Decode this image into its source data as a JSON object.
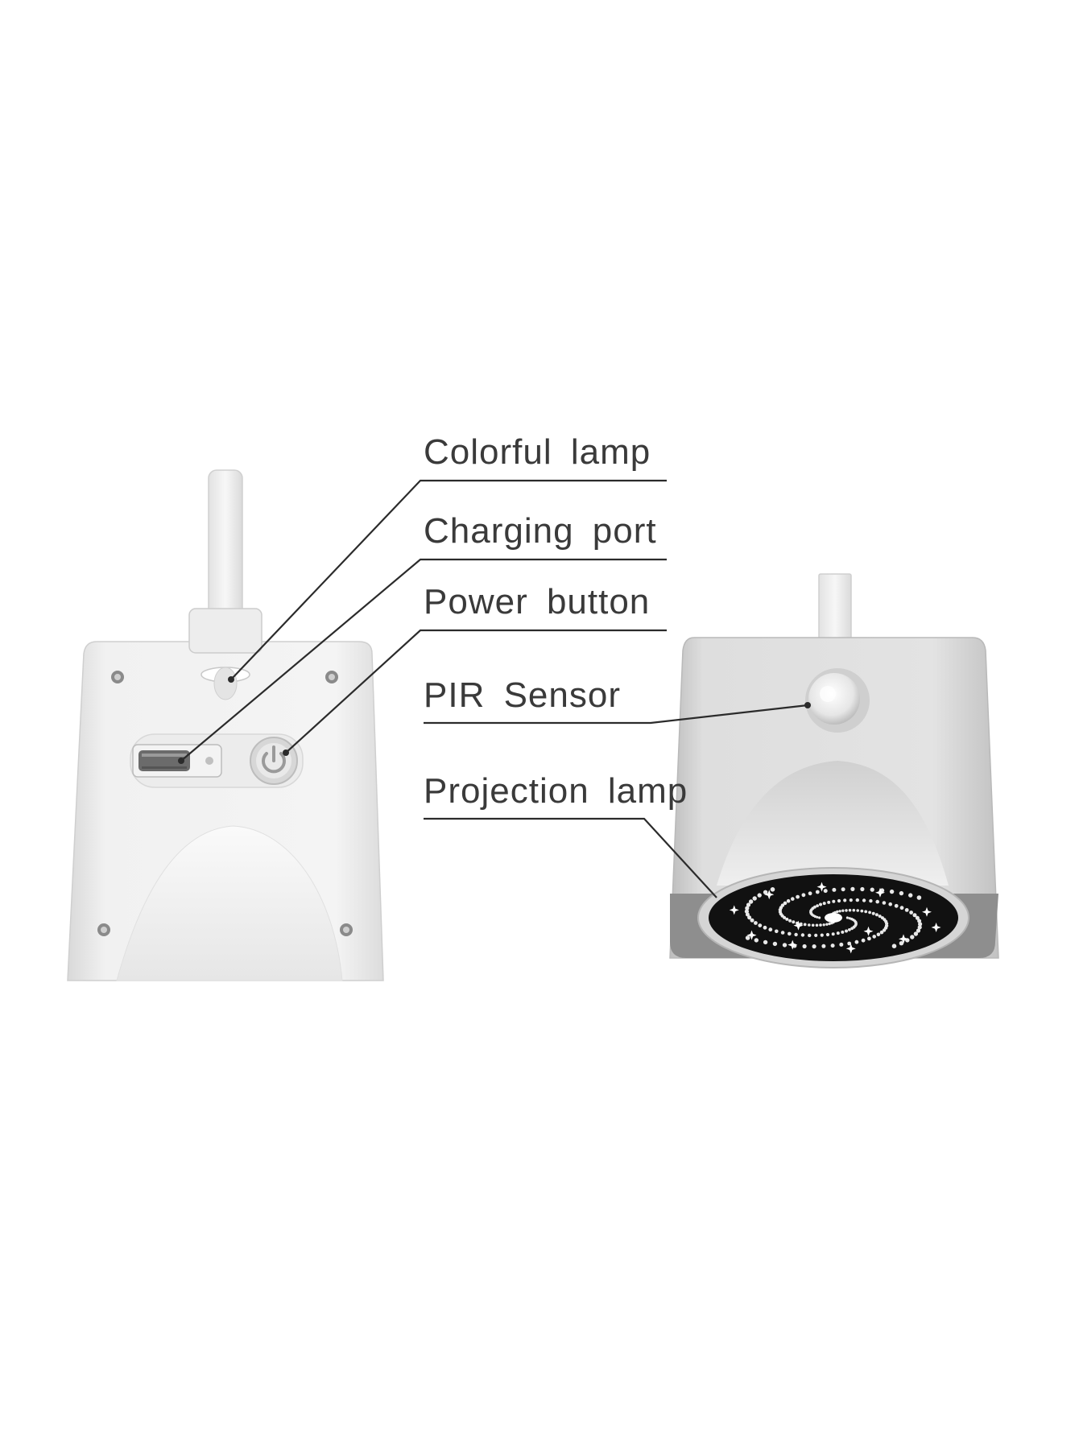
{
  "diagram": {
    "devices": [
      {
        "name": "back-view-device"
      },
      {
        "name": "front-view-device"
      }
    ],
    "callouts": [
      {
        "id": "colorful-lamp",
        "text": "Colorful lamp"
      },
      {
        "id": "charging-port",
        "text": "Charging port"
      },
      {
        "id": "power-button",
        "text": "Power button"
      },
      {
        "id": "pir-sensor",
        "text": "PIR Sensor"
      },
      {
        "id": "projection-lamp",
        "text": "Projection lamp"
      }
    ],
    "colors": {
      "body_light": "#f2f2f2",
      "body_shade": "#d6d6d6",
      "body_dark": "#8c8c8c",
      "leader_line": "#2b2b2b",
      "text": "#3a3a3a",
      "lens_black": "#111111"
    }
  }
}
